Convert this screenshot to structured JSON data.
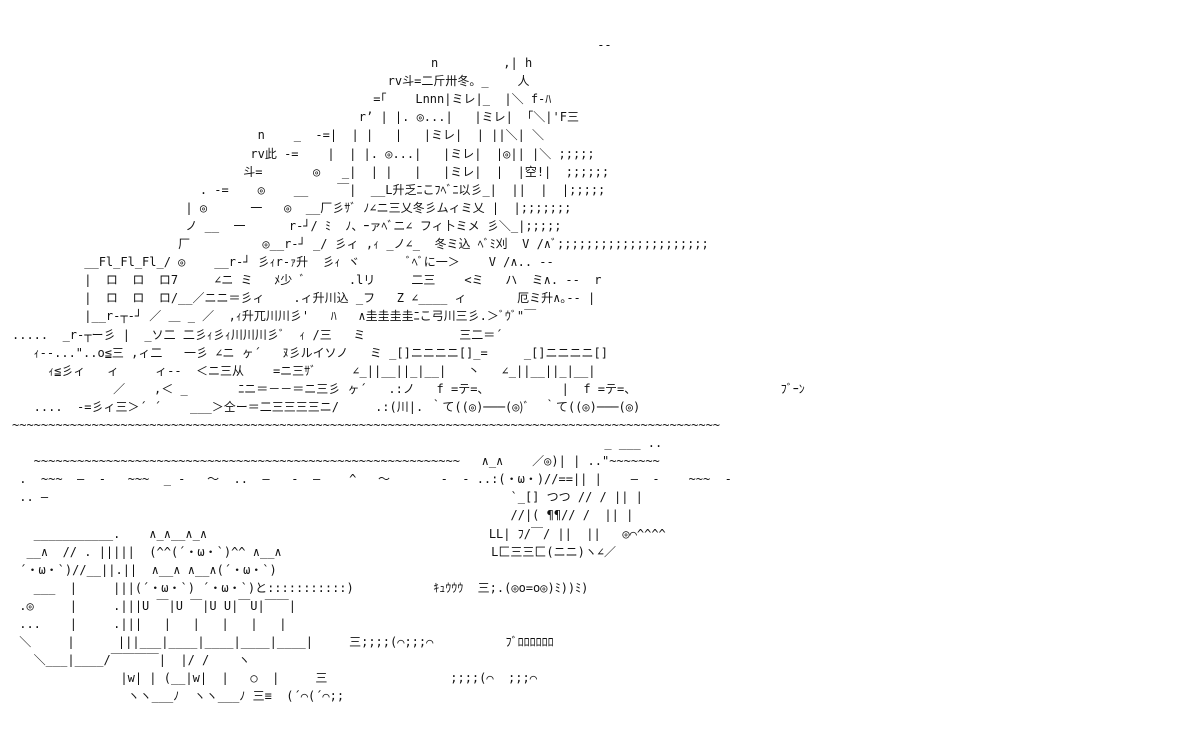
{
  "art": {
    "lines": [
      "                                                                                 --",
      "                                                          n         ,| h",
      "                                                    rv斗=二斤卅冬。_    人",
      "                                                  =｢    Lnnn|ミレ|_  |＼ f-ﾊ",
      "                                                r’ | |. ◎...|   |ミレ|  ｢＼|'F三",
      "                                  n    _  -=|  | |   |   |ミレ|  | ||＼| ＼",
      "                                 rv此 -=    |  | |. ◎...|   |ミレ|  |◎|| |＼ ;;;;;",
      "                                斗=       ◎   _|  | |   |   |ミレ|  |  |空!|  ;;;;;;",
      "                          . -=    ◎    __    ￣|  __L升乏ﾆこﾌﾍﾞﾆ以彡_|  ||  |  |;;;;;",
      "                        | ◎      一   ◎  __厂彡ｻﾞ ﾉ∠ニ三乂冬彡ムィミ乂 |  |;;;;;;;",
      "                        ノ __  一      r‐┘/ ﾐ  ﾉ、ｰァﾍﾞニ∠ フィ卜ミメ 彡＼_|;;;;;",
      "                       厂          ◎__r‐┘ _/ 彡ィ ,ｨ _ノ∠_  冬ミ込 ﾍﾞﾐ刈  V /∧ﾞ;;;;;;;;;;;;;;;;;;;;;",
      "          __Fl_Fl_Fl_/ ◎    __r‐┘ 彡ｨr‐ｧ升  彡ｨ ヾ       ﾞﾍﾞに一＞    V /∧.. ‐-",
      "          |  ロ  ロ  ロ7     ∠ニ ミ   ﾒ少 ﾞ      .lリ     二三    <ミ   ハ  ミ∧. ‐-  r",
      "          |  ロ  ロ  ロ/__／ニニ＝彡ィ    .ィ升川込 _フ   Z ∠____ ィ       厄ミ升∧｡-‐ |",
      "          |__r‐┬‐┘ ／ ＿ _ ／  ,ｨ升兀川川彡'   ﾊ   ∧圭圭圭圭ﾆこ弓川三彡.＞ﾞｳﾞ\"￣",
      ".....  _r‐┬ー彡 |  _ソ二 二彡ｨ彡ｨ川川川彡ﾞ  ｨ /三   ミ             三二＝´",
      "   ｨ‐‐...\"..o≦三 ,ィ二   一彡 ∠ニ ヶ´   ﾇ彡ルイソノ   ミ _[]ニニニニ[]_=     _[]ニニニニ[]",
      "     ｨ≦彡ィ   ィ     ィ‐-  ＜ニ三从    =ニ三ｻﾞ     ∠_||__||_|__|   丶   ∠_||__||_|__|",
      "              ／    ,＜ _       ﾆニ＝－－＝ニ三彡 ヶ´   .:ノ   f =テ=、          |  f =テ=、                    ﾌﾞｰﾝ",
      "   ....  -=彡ィ三＞´ ´    ___＞仝ー＝二三三三三ニ/     .:(川|. ｀て((◎)───(◎)ﾞ  ｀て((◎)───(◎)",
      "~~~~~~~~~~~~~~~~~~~~~~~~~~~~~~~~~~~~~~~~~~~~~~~~~~~~~~~~~~~~~~~~~~~~~~~~~~~~~~~~~~~~~~~~~~~~~~~~~~",
      "                                                                                  _ ___ ..",
      "   ~~~~~~~~~~~~~~~~~~~~~~~~~~~~~~~~~~~~~~~~~~~~~~~~~~~~~~~~~~~   ∧_∧    ／◎)| | ..\"~~~~~~~",
      " .  ~~~  ―  -   ~~~  _ -   ～  ..  ―   -  ―    ^   ～       -  - ..:(・ω・)//==|| |    ―  -    ~~~  -",
      " .. ―                                                                `_[] つつ // / || |",
      "                                                                     //|( ¶¶// /  || |",
      "   ___________.    ∧_∧__∧_∧                                       LL| ﾌ/￣/ ||  ||   ◎⌒^^^^",
      "  __∧  // . |||||  (^^(´・ω・`)^^ ∧__∧                             L匚三三匚(ニニ)ヽ∠／",
      " ´・ω・`)//__||.||  ∧__∧ ∧__∧(´・ω・`)",
      "   ___  |     |||(´・ω・`) ´・ω・`)と:::::::::::)           ｷｭｳｳｳ  三;.(◎o=o◎)ﾐ))ﾐ)",
      " .◎     |     .|||U ￣|U ￣|U U|￣U|￣￣|",
      " ...    |     .|||   |   |   |   |   |",
      " ＼     |      |||___|____|____|____|____|     三;;;;(⌒;;;⌒          ﾌﾞﾛﾛﾛﾛﾛﾛ",
      "   ＼___|____/￣￣￣￣|  |/ /    ヽ",
      "               |w| | (__|w|  |   ○  |     三                 ;;;;(⌒  ;;;⌒",
      "                ヽヽ___ﾉ  ヽヽ___ﾉ 三≡  (´⌒(´⌒;;"
    ]
  }
}
